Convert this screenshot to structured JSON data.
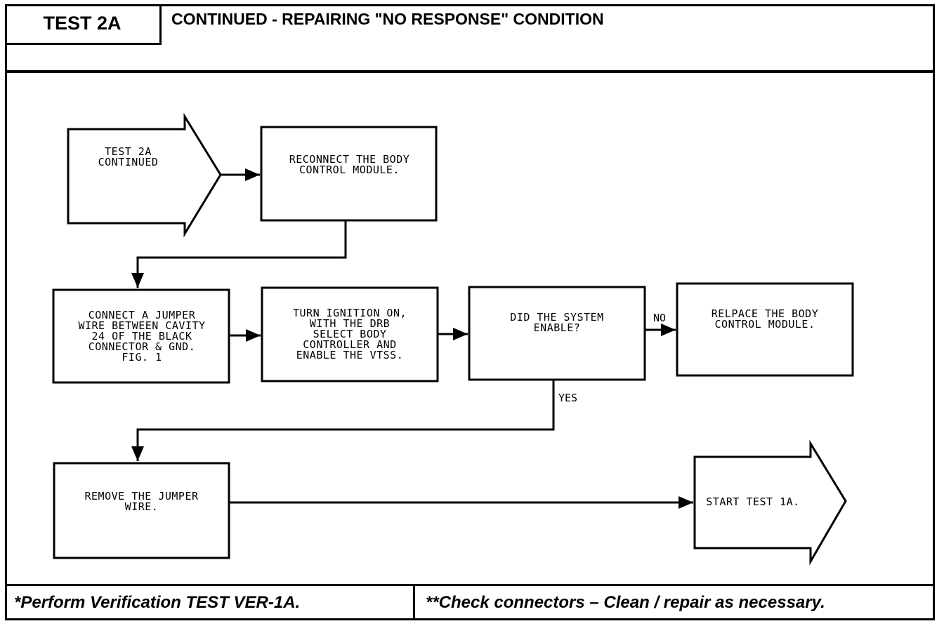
{
  "header": {
    "test_id": "TEST 2A",
    "title": "CONTINUED - REPAIRING \"NO RESPONSE\" CONDITION"
  },
  "flowchart": {
    "start_arrow": "TEST 2A\nCONTINUED",
    "step_reconnect": "RECONNECT THE BODY\nCONTROL MODULE.",
    "step_jumper": "CONNECT A JUMPER\nWIRE BETWEEN CAVITY\n24 OF THE BLACK\nCONNECTOR & GND.\nFIG. 1",
    "step_ignition": "TURN IGNITION ON,\nWITH THE DRB\nSELECT BODY\nCONTROLLER AND\nENABLE THE VTSS.",
    "decision": "DID THE SYSTEM\nENABLE?",
    "no_label": "NO",
    "yes_label": "YES",
    "step_replace": "RELPACE THE BODY\nCONTROL MODULE.",
    "step_remove": "REMOVE THE JUMPER\nWIRE.",
    "end_arrow": "START TEST 1A."
  },
  "footer": {
    "left": "*Perform Verification TEST VER-1A.",
    "right": "**Check connectors – Clean / repair as necessary."
  }
}
